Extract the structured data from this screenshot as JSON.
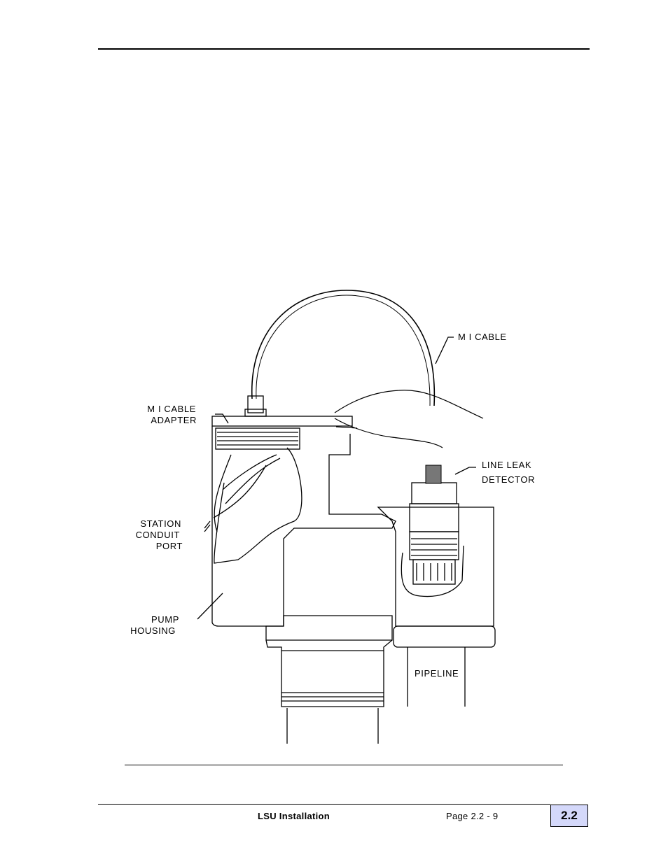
{
  "figure": {
    "labels": {
      "mi_cable": "M I  CABLE",
      "mi_cable_adapter_1": "M I  CABLE",
      "mi_cable_adapter_2": "ADAPTER",
      "line_leak_1": "LINE LEAK",
      "line_leak_2": "DETECTOR",
      "station_1": "STATION",
      "station_2": "CONDUIT",
      "station_3": "PORT",
      "pump_1": "PUMP",
      "pump_2": "HOUSING",
      "pipeline": "PIPELINE"
    }
  },
  "footer": {
    "title": "LSU  Installation",
    "page": "Page    2.2 -  9",
    "section": "2.2"
  }
}
